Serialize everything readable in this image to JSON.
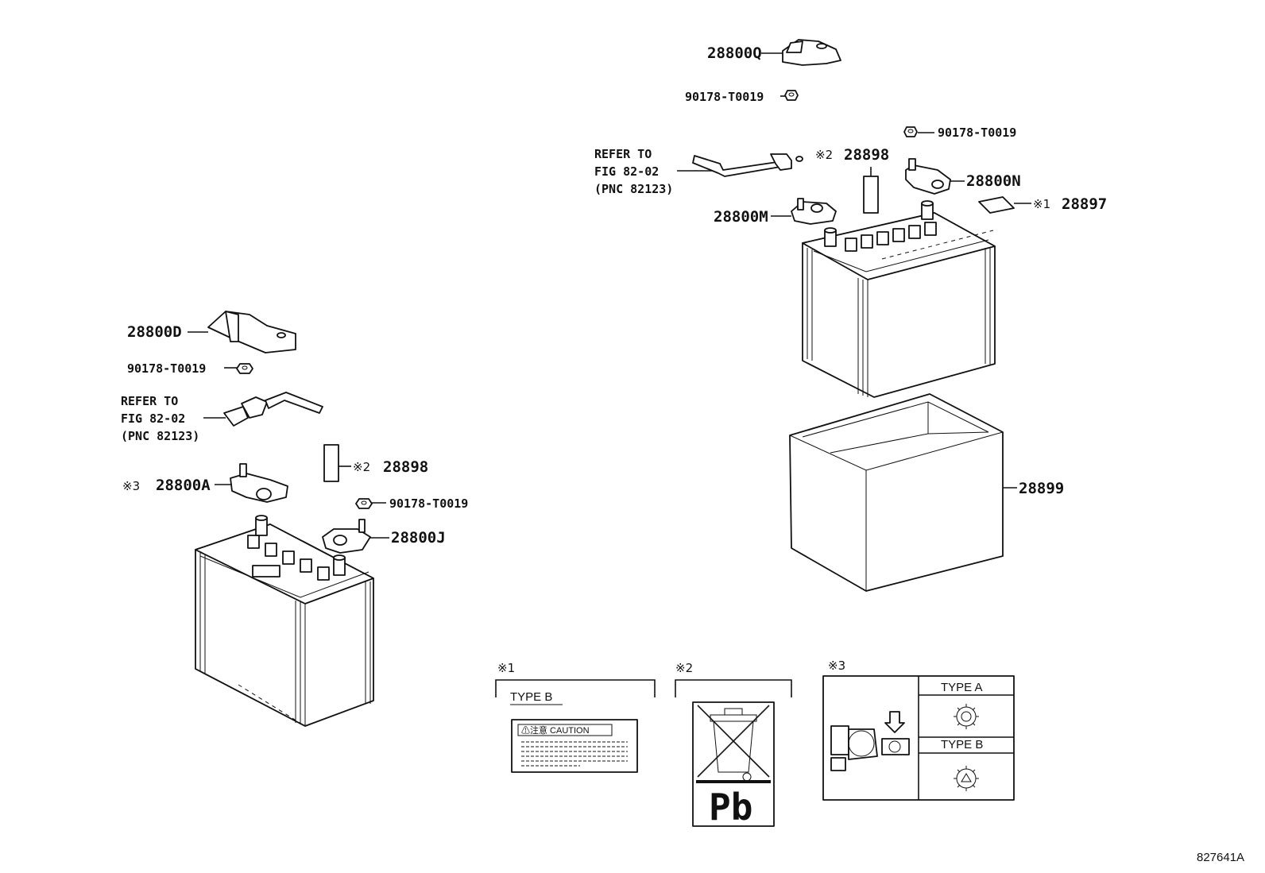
{
  "diagram_id": "827641A",
  "callouts": {
    "q": "28800Q",
    "nut_top": "90178-T0019",
    "nut_right": "90178-T0019",
    "n": "28800N",
    "m": "28800M",
    "label_top_mark": "※2",
    "label_top": "28898",
    "label_1_mark": "※1",
    "label_1": "28897",
    "tray": "28899",
    "d": "28800D",
    "nut_left": "90178-T0019",
    "label_left_mark": "※2",
    "label_left": "28898",
    "a_mark": "※3",
    "a": "28800A",
    "nut_mid": "90178-T0019",
    "j": "28800J"
  },
  "refs": {
    "top": {
      "line1": "REFER TO",
      "line2": "FIG 82-02",
      "line3": "(PNC 82123)"
    },
    "left": {
      "line1": "REFER TO",
      "line2": "FIG 82-02",
      "line3": "(PNC 82123)"
    }
  },
  "notes": {
    "n1": {
      "mark": "※1",
      "type": "TYPE B",
      "caution": "⚠注意 CAUTION"
    },
    "n2": {
      "mark": "※2",
      "symbol": "Pb"
    },
    "n3": {
      "mark": "※3",
      "type_a": "TYPE A",
      "type_b": "TYPE B"
    }
  }
}
